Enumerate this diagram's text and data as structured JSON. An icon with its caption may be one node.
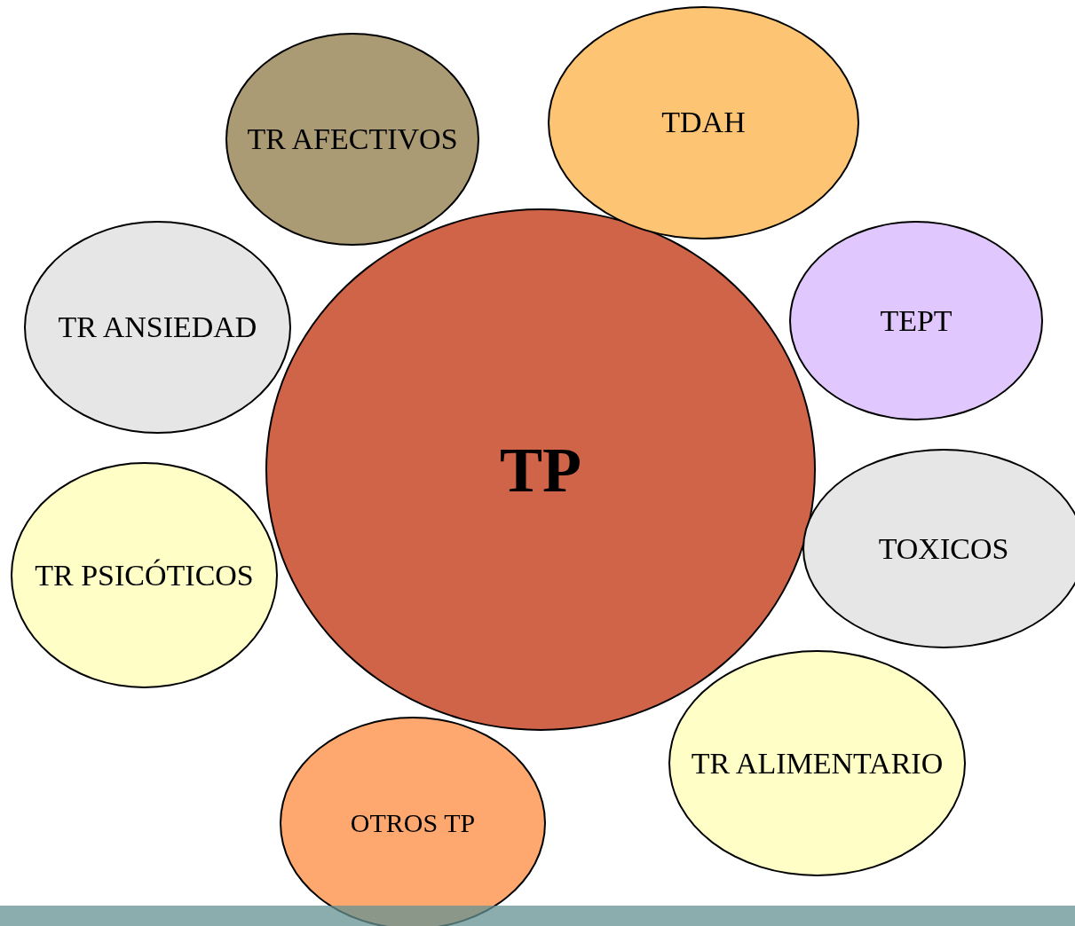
{
  "diagram": {
    "nodes": [
      {
        "text": [
          "TP"
        ]
      },
      {
        "text": [
          "TR AFECTIVOS"
        ]
      },
      {
        "text": [
          "TDAH"
        ]
      },
      {
        "text": [
          "TR ANSIEDAD"
        ]
      },
      {
        "text": [
          "TEPT"
        ]
      },
      {
        "text": [
          "TR PSICÓTICOS"
        ]
      },
      {
        "text": [
          "TOXICOS"
        ]
      },
      {
        "text": [
          "TR ALIMENTARIO"
        ]
      },
      {
        "text": [
          "OTROS TP"
        ]
      }
    ]
  }
}
